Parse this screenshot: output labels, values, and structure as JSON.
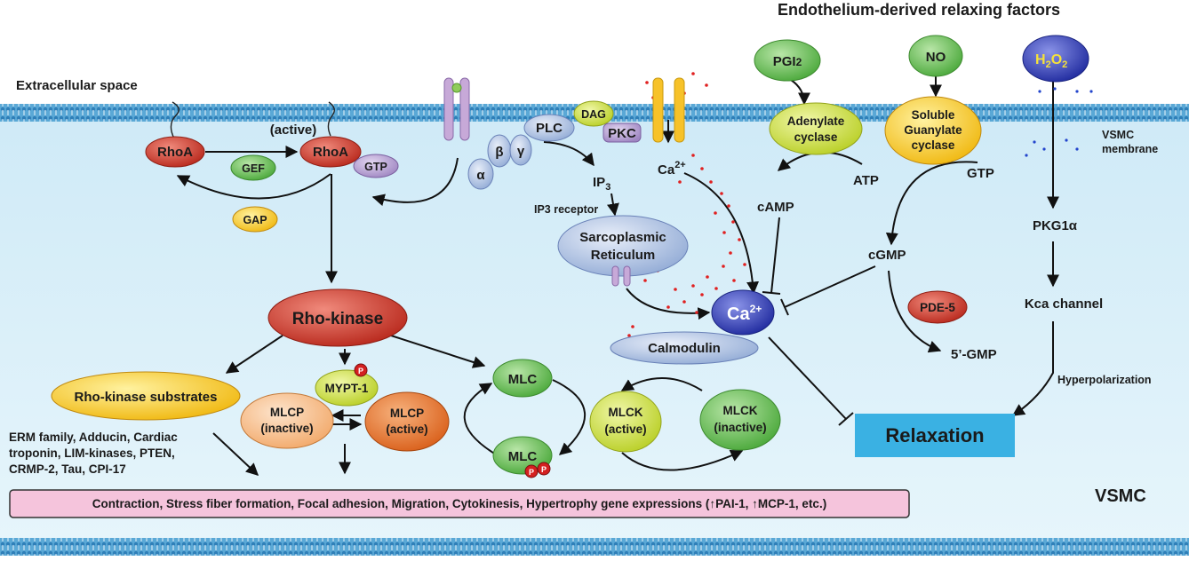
{
  "title": "Endothelium-derived relaxing factors",
  "regions": {
    "extracellular": "Extracellular space",
    "vsmc_membrane_line1": "VSMC",
    "vsmc_membrane_line2": "membrane",
    "vsmc": "VSMC"
  },
  "factors": {
    "pgi2": "PGI",
    "pgi2_sub": "2",
    "no": "NO",
    "h2o2_h": "H",
    "h2o2_2a": "2",
    "h2o2_o": "O",
    "h2o2_2b": "2"
  },
  "rho": {
    "rhoa_inactive": "RhoA",
    "rhoa_active": "RhoA",
    "active_label": "(active)",
    "gef": "GEF",
    "gap": "GAP",
    "gtp": "GTP",
    "rho_kinase": "Rho-kinase",
    "substrates": "Rho-kinase substrates",
    "substrates_list": [
      "ERM family, Adducin, Cardiac",
      "troponin, LIM-kinases, PTEN,",
      "CRMP-2, Tau, CPI-17"
    ]
  },
  "gpcr": {
    "alpha": "α",
    "beta": "β",
    "gamma": "γ",
    "plc": "PLC",
    "dag": "DAG",
    "pkc": "PKC",
    "ip3": "IP",
    "ip3_sub": "3",
    "ip3_receptor": "IP3 receptor"
  },
  "sr": {
    "line1": "Sarcoplasmic",
    "line2": "Reticulum"
  },
  "calcium": {
    "channel": "Ca",
    "channel_sup": "2+",
    "center": "Ca",
    "center_sup": "2+",
    "calmodulin": "Calmodulin"
  },
  "camp_path": {
    "enzyme_line1": "Adenylate",
    "enzyme_line2": "cyclase",
    "atp": "ATP",
    "camp": "cAMP"
  },
  "cgmp_path": {
    "enzyme_line1": "Soluble",
    "enzyme_line2": "Guanylate",
    "enzyme_line3": "cyclase",
    "gtp": "GTP",
    "cgmp": "cGMP",
    "pde5": "PDE-5",
    "gmp": "5’-GMP"
  },
  "h2o2_path": {
    "pkg": "PKG1α",
    "kca": "Kca channel",
    "hyperpol": "Hyperpolarization"
  },
  "myosin": {
    "mypt": "MYPT-1",
    "mlcp_inactive_1": "MLCP",
    "mlcp_inactive_2": "(inactive)",
    "mlcp_active_1": "MLCP",
    "mlcp_active_2": "(active)",
    "mlc": "MLC",
    "mlc_p": "MLC",
    "p": "P",
    "mlck_active_1": "MLCK",
    "mlck_active_2": "(active)",
    "mlck_inactive_1": "MLCK",
    "mlck_inactive_2": "(inactive)"
  },
  "relaxation": "Relaxation",
  "outcomes": "Contraction, Stress fiber formation, Focal adhesion, Migration, Cytokinesis, Hypertrophy gene expressions (↑PAI-1, ↑MCP-1, etc.)",
  "colors": {
    "cytoplasm": "#d6eef8",
    "membrane": "#4fa0cf",
    "rhoa": "#c0392b",
    "green": "#5cb84a",
    "lime": "#c9dd3c",
    "yellow": "#f2c21a",
    "orange": "#e8752a",
    "purple": "#b39bd0",
    "blue_dark": "#2d3ab0",
    "relax": "#3ab1e3"
  }
}
